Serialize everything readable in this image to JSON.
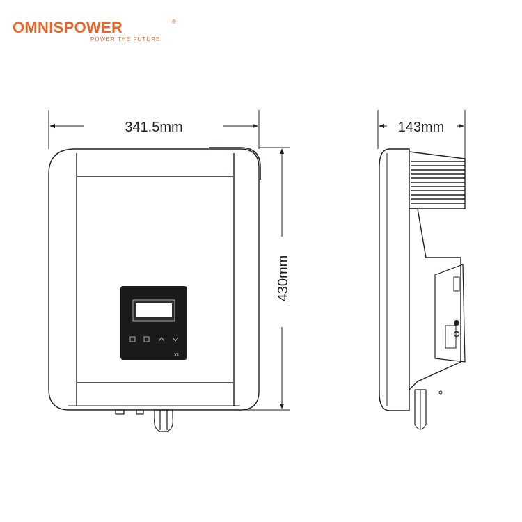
{
  "brand": {
    "name": "OMNISPOWER",
    "registered_mark": "®",
    "tagline": "POWER THE FUTURE",
    "color": "#e8662a"
  },
  "dimensions": {
    "width": "341.5mm",
    "height": "430mm",
    "depth": "143mm"
  },
  "display_panel": {
    "model_badge": "X1"
  },
  "colors": {
    "line": "#231f20",
    "panel": "#1a1a1a"
  }
}
